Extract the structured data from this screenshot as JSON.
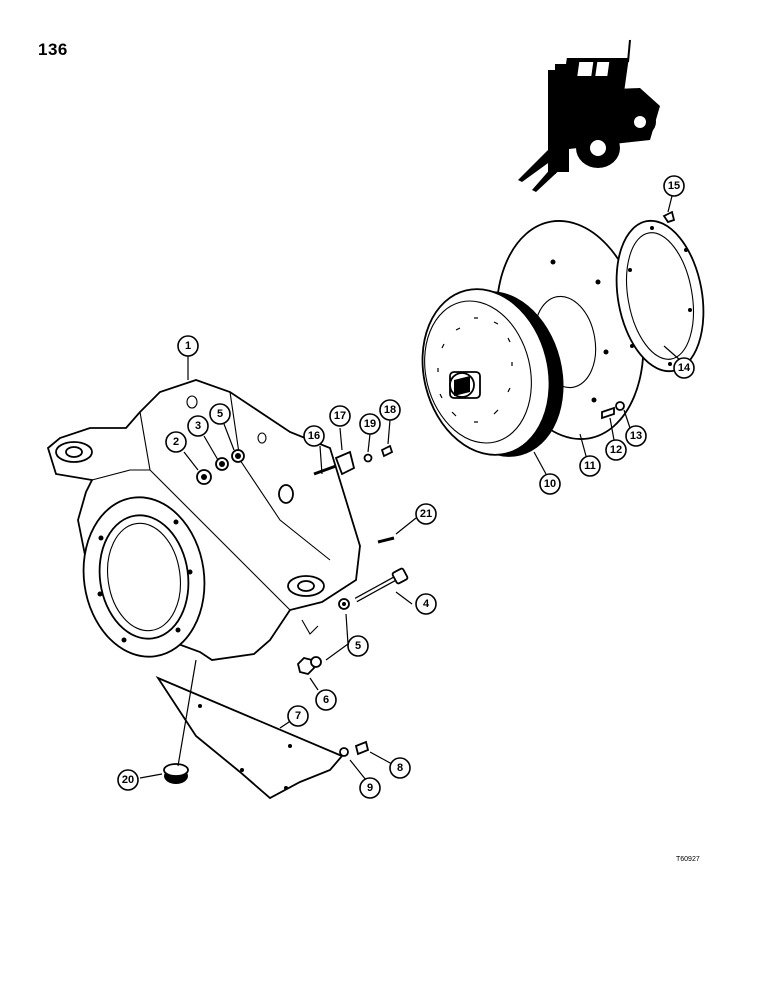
{
  "page_number": "136",
  "drawing_id": "T60927",
  "callouts": [
    {
      "id": "c1",
      "label": "1"
    },
    {
      "id": "c2",
      "label": "2"
    },
    {
      "id": "c3",
      "label": "3"
    },
    {
      "id": "c5a",
      "label": "5"
    },
    {
      "id": "c16",
      "label": "16"
    },
    {
      "id": "c17",
      "label": "17"
    },
    {
      "id": "c19",
      "label": "19"
    },
    {
      "id": "c18",
      "label": "18"
    },
    {
      "id": "c21",
      "label": "21"
    },
    {
      "id": "c4",
      "label": "4"
    },
    {
      "id": "c5b",
      "label": "5"
    },
    {
      "id": "c6",
      "label": "6"
    },
    {
      "id": "c7",
      "label": "7"
    },
    {
      "id": "c8",
      "label": "8"
    },
    {
      "id": "c9",
      "label": "9"
    },
    {
      "id": "c20",
      "label": "20"
    },
    {
      "id": "c15",
      "label": "15"
    },
    {
      "id": "c14",
      "label": "14"
    },
    {
      "id": "c10",
      "label": "10"
    },
    {
      "id": "c11",
      "label": "11"
    },
    {
      "id": "c12",
      "label": "12"
    },
    {
      "id": "c13",
      "label": "13"
    }
  ]
}
